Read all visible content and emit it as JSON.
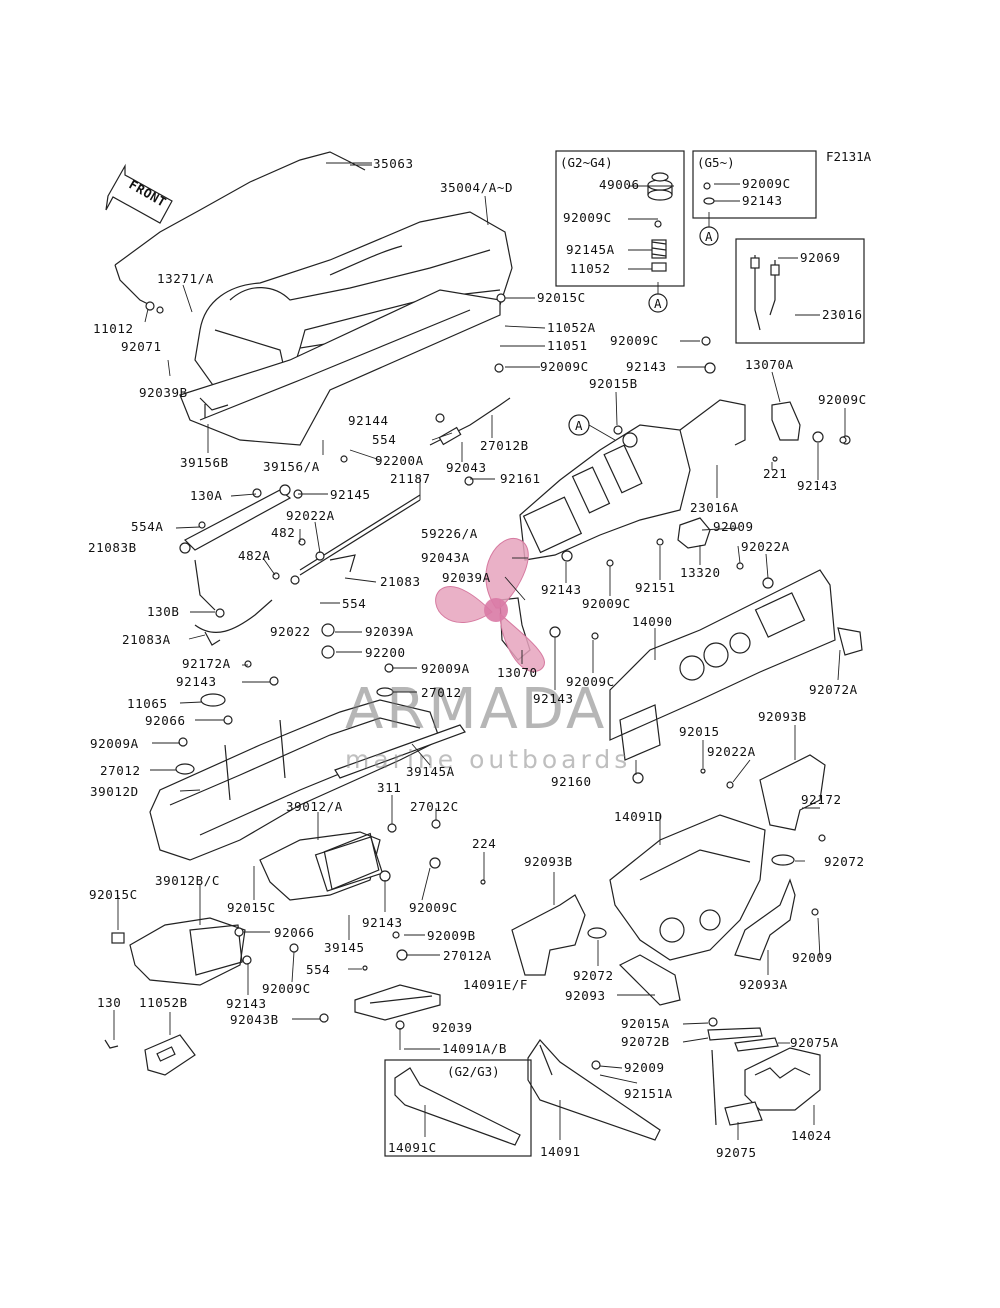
{
  "figure_code": "F2131A",
  "front_arrow_label": "FRONT",
  "watermark": {
    "brand": "ARMADA",
    "tagline": "marine outboards",
    "color": "#e6a3bd"
  },
  "boxes": {
    "g2g4": {
      "title": "(G2~G4)",
      "callout": "A"
    },
    "g5": {
      "title": "(G5~)",
      "callout": "A"
    },
    "g2g3": {
      "title": "(G2/G3)"
    },
    "callout_main": "A"
  },
  "labels": {
    "l35063": "35063",
    "l35004": "35004/A~D",
    "l13271": "13271/A",
    "l11012": "11012",
    "l92071": "92071",
    "l92039B": "92039B",
    "l39156B": "39156B",
    "l39156": "39156/A",
    "l92200A": "92200A",
    "l92144": "92144",
    "l554a": "554",
    "l27012B": "27012B",
    "l92043": "92043",
    "l92161": "92161",
    "l21187": "21187",
    "l130A": "130A",
    "l92145": "92145",
    "l554A": "554A",
    "l21083B": "21083B",
    "l92022A_1": "92022A",
    "l482": "482",
    "l482A": "482A",
    "l21083": "21083",
    "l554b": "554",
    "l130B": "130B",
    "l21083A": "21083A",
    "l92022": "92022",
    "l92039A": "92039A",
    "l92200": "92200",
    "l92172A": "92172A",
    "l92009A_1": "92009A",
    "l92143_1": "92143",
    "l27012": "27012",
    "l11065": "11065",
    "l92066": "92066",
    "l92009A_2": "92009A",
    "l27012_2": "27012",
    "l39145A": "39145A",
    "l39012D": "39012D",
    "l49006": "49006",
    "l92009C_box1": "92009C",
    "l92145A": "92145A",
    "l11052": "11052",
    "l92009C_box2": "92009C",
    "l92143_box2": "92143",
    "l92069": "92069",
    "l23016": "23016",
    "l92015C": "92015C",
    "l11052A": "11052A",
    "l11051": "11051",
    "l92009C_1": "92009C",
    "l92009C_2": "92009C",
    "l92143_2": "92143",
    "l92015B": "92015B",
    "l13070A": "13070A",
    "l92009C_3": "92009C",
    "l92143_3": "92143",
    "l221": "221",
    "l23016A": "23016A",
    "l59226": "59226/A",
    "l92009": "92009",
    "l92022A_2": "92022A",
    "l92043A": "92043A",
    "l92039A_2": "92039A",
    "l92143_4": "92143",
    "l92009C_4": "92009C",
    "l92151": "92151",
    "l13320": "13320",
    "l14090": "14090",
    "l13070": "13070",
    "l92143_5": "92143",
    "l92009C_5": "92009C",
    "l92072A": "92072A",
    "l92015": "92015",
    "l92093B_1": "92093B",
    "l92022A_3": "92022A",
    "l92160": "92160",
    "l92172": "92172",
    "l311": "311",
    "l27012C": "27012C",
    "l39012A": "39012/A",
    "l224": "224",
    "l14091D": "14091D",
    "l92072_1": "92072",
    "l39012BC": "39012B/C",
    "l92015C_2": "92015C",
    "l92015C_3": "92015C",
    "l92066_2": "92066",
    "l92143_6": "92143",
    "l92009C_6": "92009C",
    "l39145": "39145",
    "l92009B": "92009B",
    "l27012A": "27012A",
    "l92093B_2": "92093B",
    "l92143_7": "92143",
    "l92009C_7": "92009C",
    "l554c": "554",
    "l14091EF": "14091E/F",
    "l92072_2": "92072",
    "l92093": "92093",
    "l92009_2": "92009",
    "l92093A": "92093A",
    "l92043B": "92043B",
    "l130": "130",
    "l11052B": "11052B",
    "l92039": "92039",
    "l14091AB": "14091A/B",
    "l92015A": "92015A",
    "l92072B": "92072B",
    "l92075A": "92075A",
    "l92009_3": "92009",
    "l92151A": "92151A",
    "l14091C": "14091C",
    "l14091": "14091",
    "l14024": "14024",
    "l92075": "92075"
  }
}
